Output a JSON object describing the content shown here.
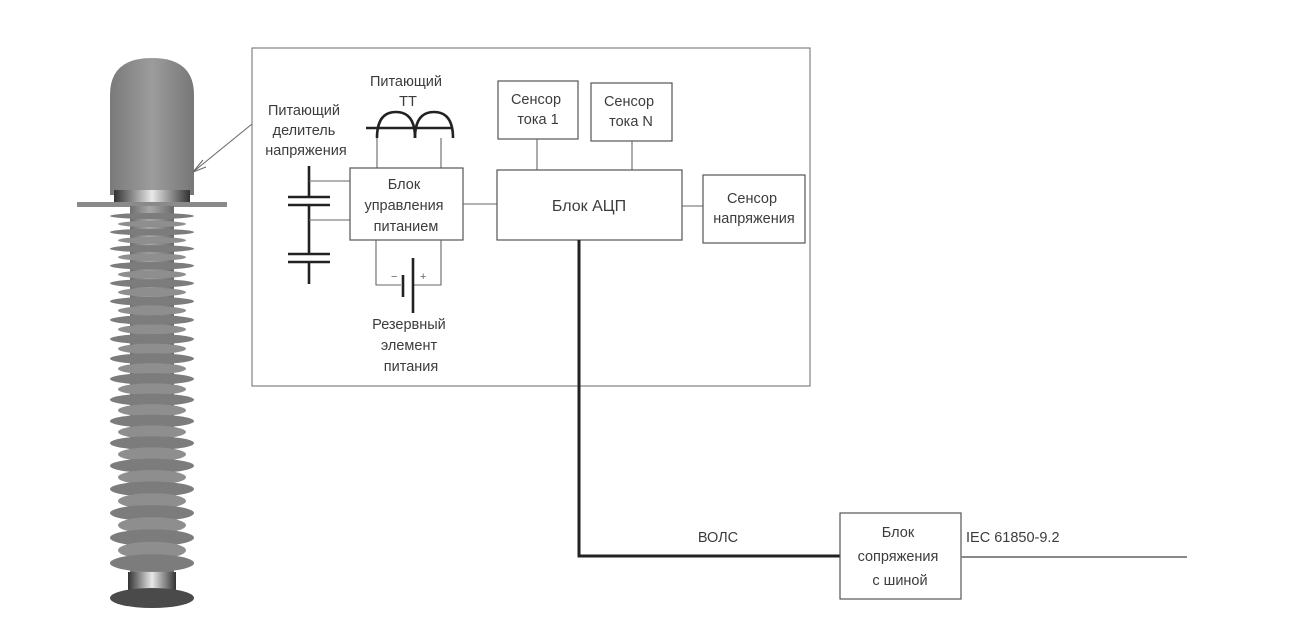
{
  "diagram": {
    "insulator": {
      "label": "insulator-image"
    },
    "labels": {
      "voltage_divider": [
        "Питающий",
        "делитель",
        "напряжения"
      ],
      "supply_ct": [
        "Питающий",
        "ТТ"
      ],
      "backup_power": [
        "Резервный",
        "элемент",
        "питания"
      ],
      "battery_minus": "−",
      "battery_plus": "+",
      "fiber_line": "ВОЛС",
      "protocol": "IEC 61850-9.2"
    },
    "blocks": {
      "power_control": [
        "Блок",
        "управления",
        "питанием"
      ],
      "adc": "Блок АЦП",
      "current_sensor_1": [
        "Сенсор",
        "тока 1"
      ],
      "current_sensor_n": [
        "Сенсор",
        "тока N"
      ],
      "voltage_sensor": [
        "Сенсор",
        "напряжения"
      ],
      "bus_interface": [
        "Блок",
        "сопряжения",
        "с шиной"
      ]
    },
    "colors": {
      "line": "#555555",
      "fiber": "#222222",
      "insulator": "#8a8a8a"
    }
  }
}
